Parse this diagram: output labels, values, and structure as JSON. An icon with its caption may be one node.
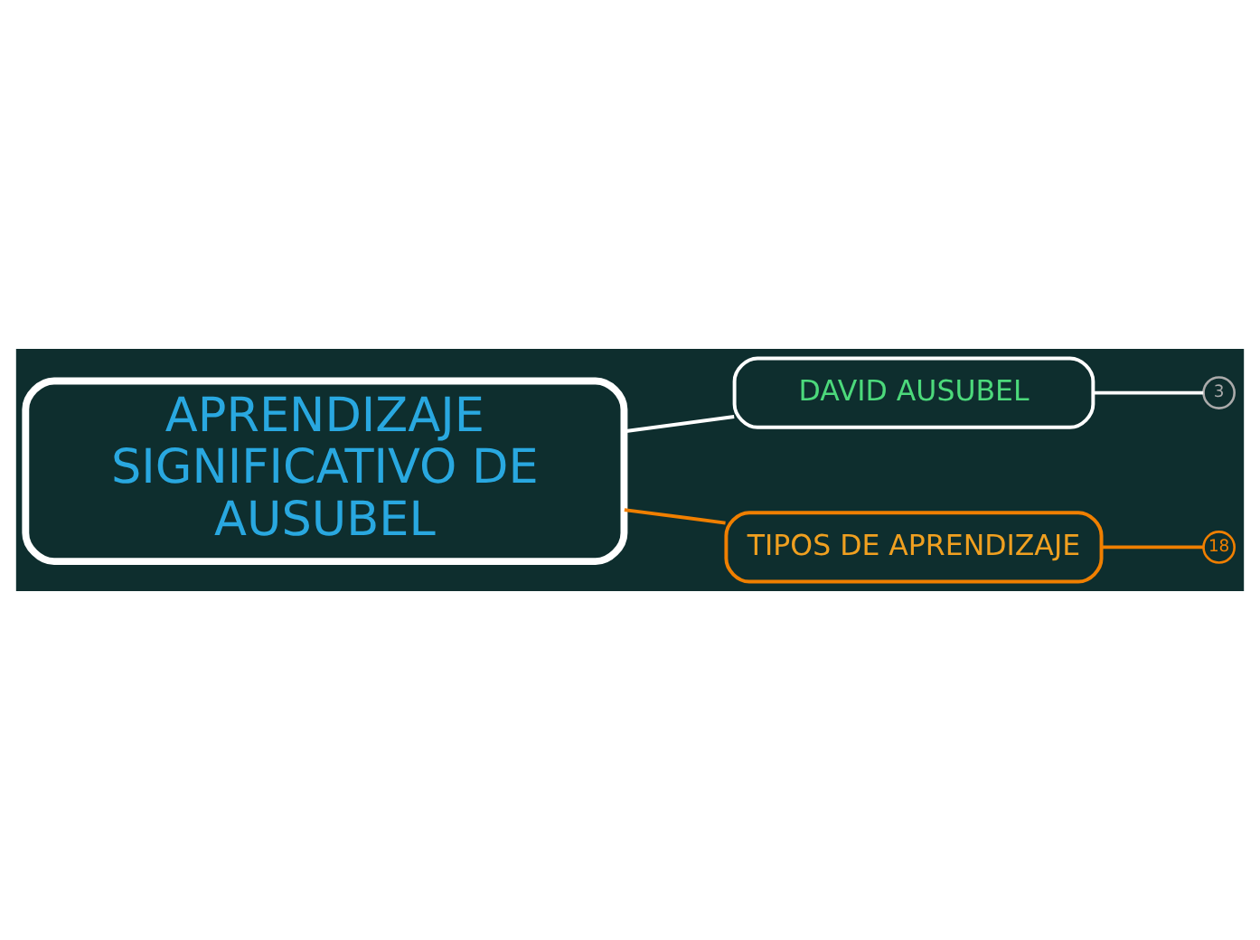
{
  "diagram": {
    "nodes": [
      {
        "text": [
          "APRENDIZAJE SIGNIFICATIVO DE AUSUBEL"
        ]
      },
      {
        "text": [
          "DAVID AUSUBEL"
        ]
      },
      {
        "text": [
          "3"
        ]
      },
      {
        "text": [
          "TIPOS DE APRENDIZAJE"
        ]
      },
      {
        "text": [
          "18"
        ]
      }
    ],
    "edges": [
      {
        "from": 0,
        "to": 1,
        "arrow": "none",
        "color": "#ffffff"
      },
      {
        "from": 1,
        "to": 2,
        "arrow": "none",
        "color": "#ffffff"
      },
      {
        "from": 0,
        "to": 3,
        "arrow": "none",
        "color": "#f07f00"
      },
      {
        "from": 3,
        "to": 4,
        "arrow": "none",
        "color": "#f07f00"
      }
    ]
  }
}
